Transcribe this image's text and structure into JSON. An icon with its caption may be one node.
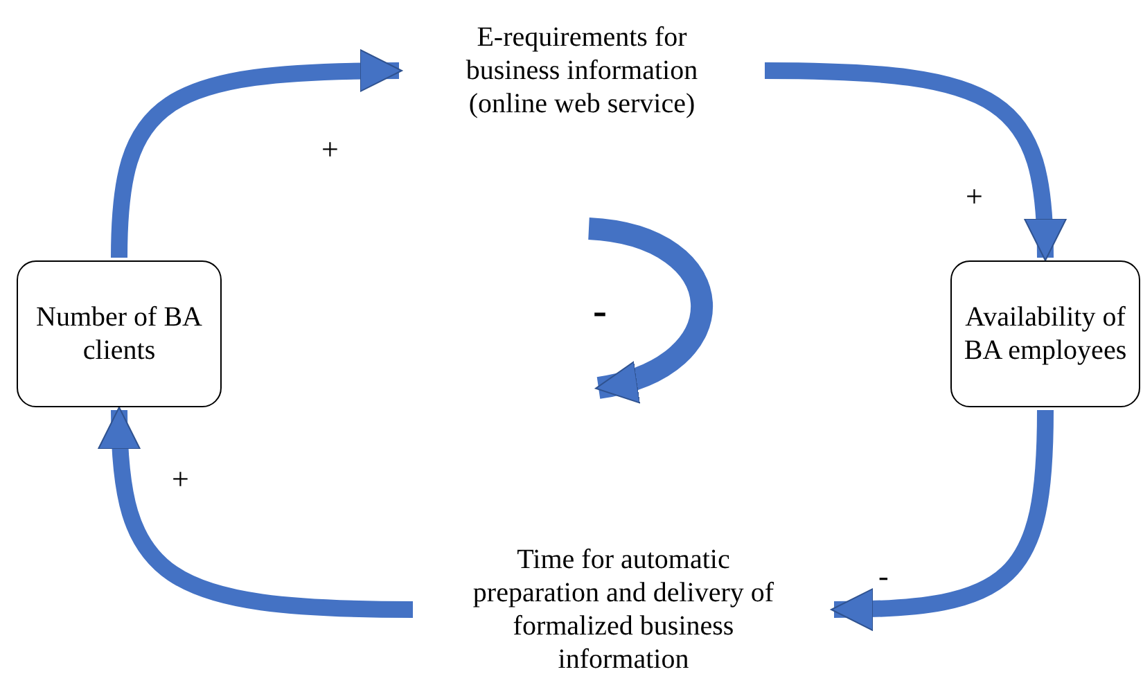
{
  "diagram": {
    "nodes": [
      {
        "text": [
          "Number of BA clients"
        ]
      },
      {
        "text": [
          "E-requirements for business information (online web service)"
        ]
      },
      {
        "text": [
          "Availability of BA employees"
        ]
      },
      {
        "text": [
          "Time for automatic preparation and delivery of formalized business information"
        ]
      }
    ],
    "edges": [
      {
        "from": 0,
        "to": 1,
        "arrow": "to",
        "label": "+"
      },
      {
        "from": 1,
        "to": 2,
        "arrow": "to",
        "label": "+"
      },
      {
        "from": 2,
        "to": 3,
        "arrow": "to",
        "label": "-"
      },
      {
        "from": 3,
        "to": 0,
        "arrow": "to",
        "label": "+"
      }
    ],
    "labels": [
      "-"
    ]
  }
}
